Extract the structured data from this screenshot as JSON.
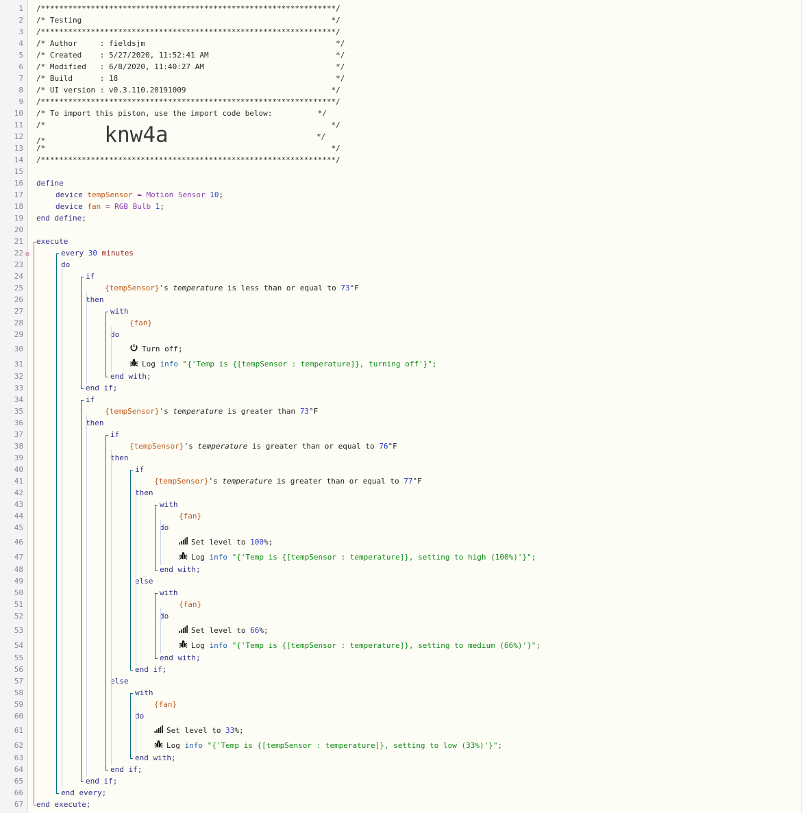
{
  "header": {
    "border": "/*****************************************************************/",
    "title_line": "/* Testing                                                       */",
    "author_line": "/* Author     : fieldsjm                                          */",
    "created_line": "/* Created    : 5/27/2020, 11:52:41 AM                            */",
    "modified_line": "/* Modified   : 6/8/2020, 11:40:27 AM                             */",
    "build_line": "/* Build      : 18                                                */",
    "ui_line": "/* UI version : v0.3.110.20191009                                */",
    "import_line": "/* To import this piston, use the import code below:          */",
    "blank_line": "/*                                                               */",
    "code_prefix": "/*",
    "code_suffix": "*/",
    "import_code": "knw4a"
  },
  "define": {
    "open": "define",
    "close": "end define;",
    "devices": [
      {
        "kw": "device",
        "name": "tempSensor",
        "eq": " = ",
        "value": "Motion Sensor",
        "num": "10",
        "end": ";"
      },
      {
        "kw": "device",
        "name": "fan",
        "eq": " = ",
        "value": "RGB Bulb",
        "num": "1",
        "end": ";"
      }
    ]
  },
  "kw": {
    "execute": "execute",
    "end_execute": "end execute;",
    "every": "every",
    "every_num": "30",
    "every_unit": "minutes",
    "do": "do",
    "if": "if",
    "then": "then",
    "else": "else",
    "end_if": "end if;",
    "with": "with",
    "end_with": "end with;",
    "end_every": "end every;"
  },
  "conditions": {
    "c1": {
      "dev": "{tempSensor}",
      "poss": "'s ",
      "attr": "temperature",
      "op": " is less than or equal to ",
      "val": "73",
      "unit": "°F"
    },
    "c2": {
      "dev": "{tempSensor}",
      "poss": "'s ",
      "attr": "temperature",
      "op": " is greater than ",
      "val": "73",
      "unit": "°F"
    },
    "c3": {
      "dev": "{tempSensor}",
      "poss": "'s ",
      "attr": "temperature",
      "op": " is greater than or equal to ",
      "val": "76",
      "unit": "°F"
    },
    "c4": {
      "dev": "{tempSensor}",
      "poss": "'s ",
      "attr": "temperature",
      "op": " is greater than or equal to ",
      "val": "77",
      "unit": "°F"
    }
  },
  "fan_ref": "{fan}",
  "tasks": {
    "turn_off": "Turn off;",
    "set_level": "Set level to ",
    "level_high": "100",
    "level_med": "66",
    "level_low": "33",
    "pct_end": "%;",
    "log": "Log ",
    "info": "info",
    "log_off": " \"{'Temp is {[tempSensor : temperature]}, turning off'}\";",
    "log_high": " \"{'Temp is {[tempSensor : temperature]}, setting to high (100%)'}\";",
    "log_med": " \"{'Temp is {[tempSensor : temperature]}, setting to medium (66%)'}\";",
    "log_low": " \"{'Temp is {[tempSensor : temperature]}, setting to low (33%)'}\";"
  },
  "line_numbers": [
    "1",
    "2",
    "3",
    "4",
    "5",
    "6",
    "7",
    "8",
    "9",
    "10",
    "11",
    "12",
    "13",
    "14",
    "15",
    "16",
    "17",
    "18",
    "19",
    "20",
    "21",
    "22",
    "23",
    "24",
    "25",
    "26",
    "27",
    "28",
    "29",
    "30",
    "31",
    "32",
    "33",
    "34",
    "35",
    "36",
    "37",
    "38",
    "39",
    "40",
    "41",
    "42",
    "43",
    "44",
    "45",
    "46",
    "47",
    "48",
    "49",
    "50",
    "51",
    "52",
    "53",
    "54",
    "55",
    "56",
    "57",
    "58",
    "59",
    "60",
    "61",
    "62",
    "63",
    "64",
    "65",
    "66",
    "67"
  ],
  "colors": {
    "background": "#fdfdf5",
    "keyword": "#2f2f8a",
    "variable": "#c05a1c",
    "number": "#2a3ccf",
    "string": "#0e8a16",
    "device": "#8a3fb8",
    "bracket": "#0a6d8a",
    "exec_bracket": "#b04ab0"
  },
  "icons": [
    "power-icon",
    "bug-icon",
    "signal-level-icon",
    "condition-marker-icon"
  ]
}
